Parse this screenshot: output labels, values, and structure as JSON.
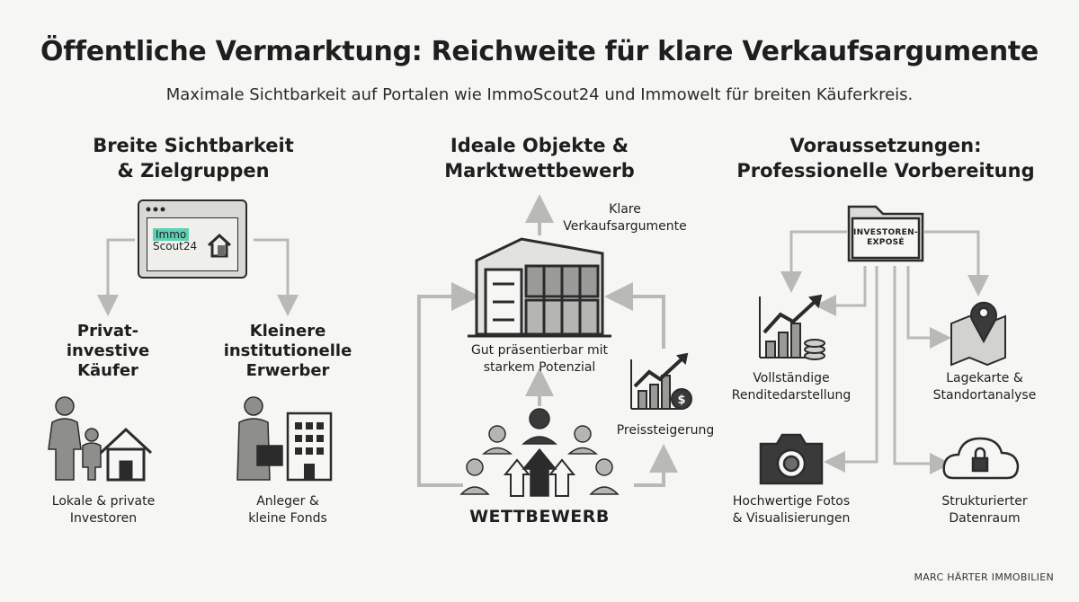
{
  "header": {
    "title": "Öffentliche Vermarktung: Reichweite für klare Verkaufsargumente",
    "subtitle": "Maximale Sichtbarkeit auf Portalen wie ImmoScout24 und Immowelt für breiten Käuferkreis."
  },
  "left": {
    "heading": "Breite Sichtbarkeit\n& Zielgruppen",
    "portal_logo_top": "Immo",
    "portal_logo_bottom": "Scout24",
    "private_title": "Privat-\ninvestive\nKäufer",
    "private_label": "Lokale & private\nInvestoren",
    "institutional_title": "Kleinere\ninstitutionelle\nErwerber",
    "institutional_label": "Anleger &\nkleine Fonds"
  },
  "middle": {
    "heading": "Ideale Objekte &\nMarktwettbewerb",
    "arguments_label": "Klare\nVerkaufsargumente",
    "building_label": "Gut präsentierbar mit\nstarkem Potenzial",
    "price_label": "Preissteigerung",
    "competition_label": "WETTBEWERB"
  },
  "right": {
    "heading": "Voraussetzungen:\nProfessionelle Vorbereitung",
    "folder_label": "INVESTOREN-\nEXPOSÉ",
    "yield_label": "Vollständige\nRenditedarstellung",
    "map_label": "Lagekarte &\nStandortanalyse",
    "photos_label": "Hochwertige Fotos\n& Visualisierungen",
    "dataroom_label": "Strukturierter\nDatenraum"
  },
  "footer": {
    "brand": "MARC HÄRTER IMMOBILIEN"
  },
  "colors": {
    "ink": "#2b2b2b",
    "arrow": "#b9b9b6",
    "accent": "#5fd0b5",
    "background": "#f6f6f4"
  },
  "icons": [
    "browser-icon",
    "house-icon",
    "family-icon",
    "businessman-icon",
    "office-building-icon",
    "modern-building-icon",
    "people-group-icon",
    "price-chart-icon",
    "folder-icon",
    "yield-chart-icon",
    "map-pin-icon",
    "camera-icon",
    "cloud-lock-icon"
  ]
}
